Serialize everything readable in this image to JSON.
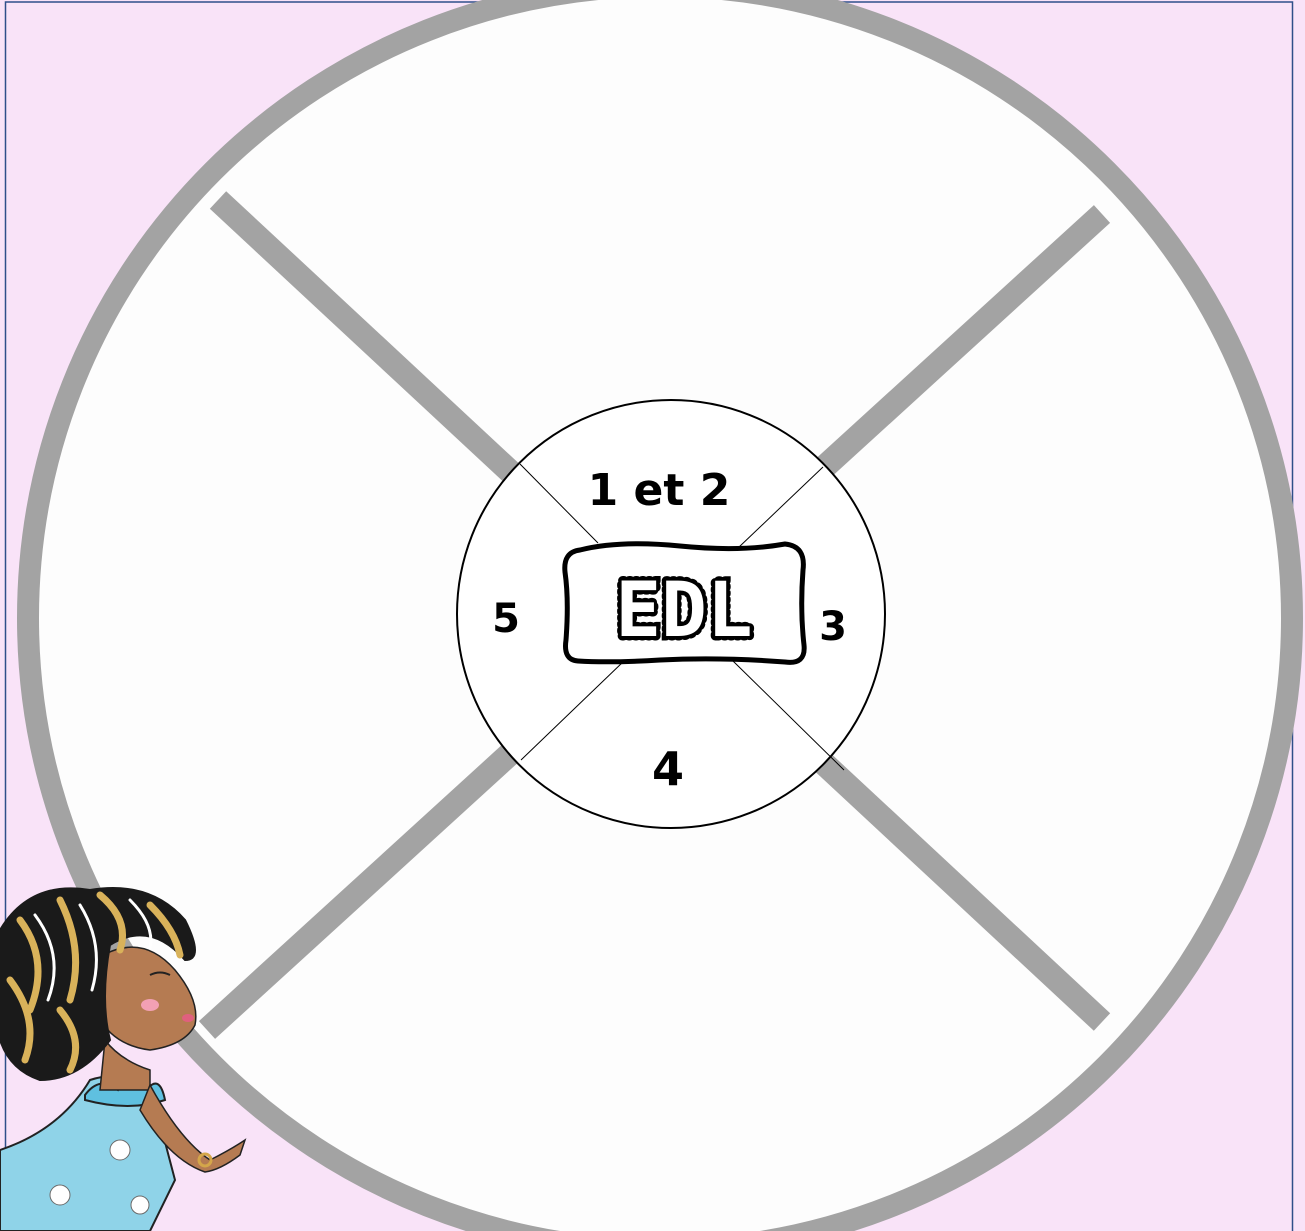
{
  "diagram": {
    "center_title": "EDL",
    "segments": {
      "top": "1 et 2",
      "right": "3",
      "bottom": "4",
      "left": "5"
    },
    "colors": {
      "background": "#f9e3f8",
      "frame": "#2f4f8a",
      "wheel_ring": "#a3a3a3",
      "wheel_fill": "#fdfdfd",
      "center_stroke": "#000000"
    },
    "illustration": "girl-with-curly-hair-blowing-kiss"
  }
}
